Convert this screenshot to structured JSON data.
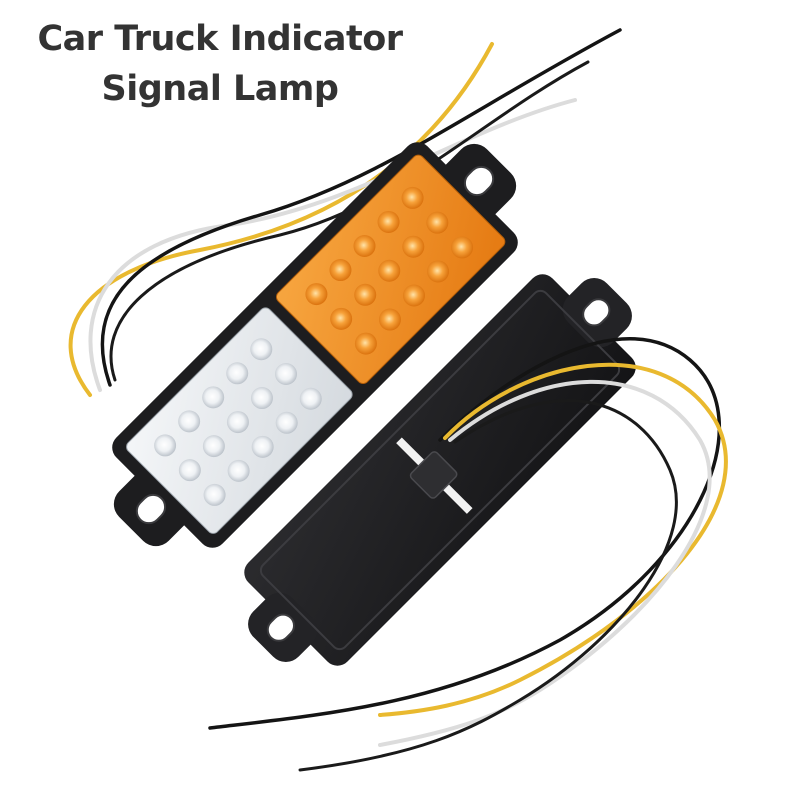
{
  "title": {
    "line1": "Car Truck Indicator",
    "line2": "Signal Lamp"
  },
  "colors": {
    "background": "#ffffff",
    "title_text": "#333333",
    "housing": "#1d1d1f",
    "amber_lens": "#f08a1c",
    "clear_lens": "#e9ecef",
    "wire_yellow": "#f0c040",
    "wire_black": "#111111",
    "wire_white": "#dddddd"
  },
  "product": {
    "lamps": [
      {
        "name": "front-view",
        "sections": [
          "clear",
          "amber"
        ]
      },
      {
        "name": "back-view",
        "sections": [
          "housing-back"
        ]
      }
    ]
  }
}
